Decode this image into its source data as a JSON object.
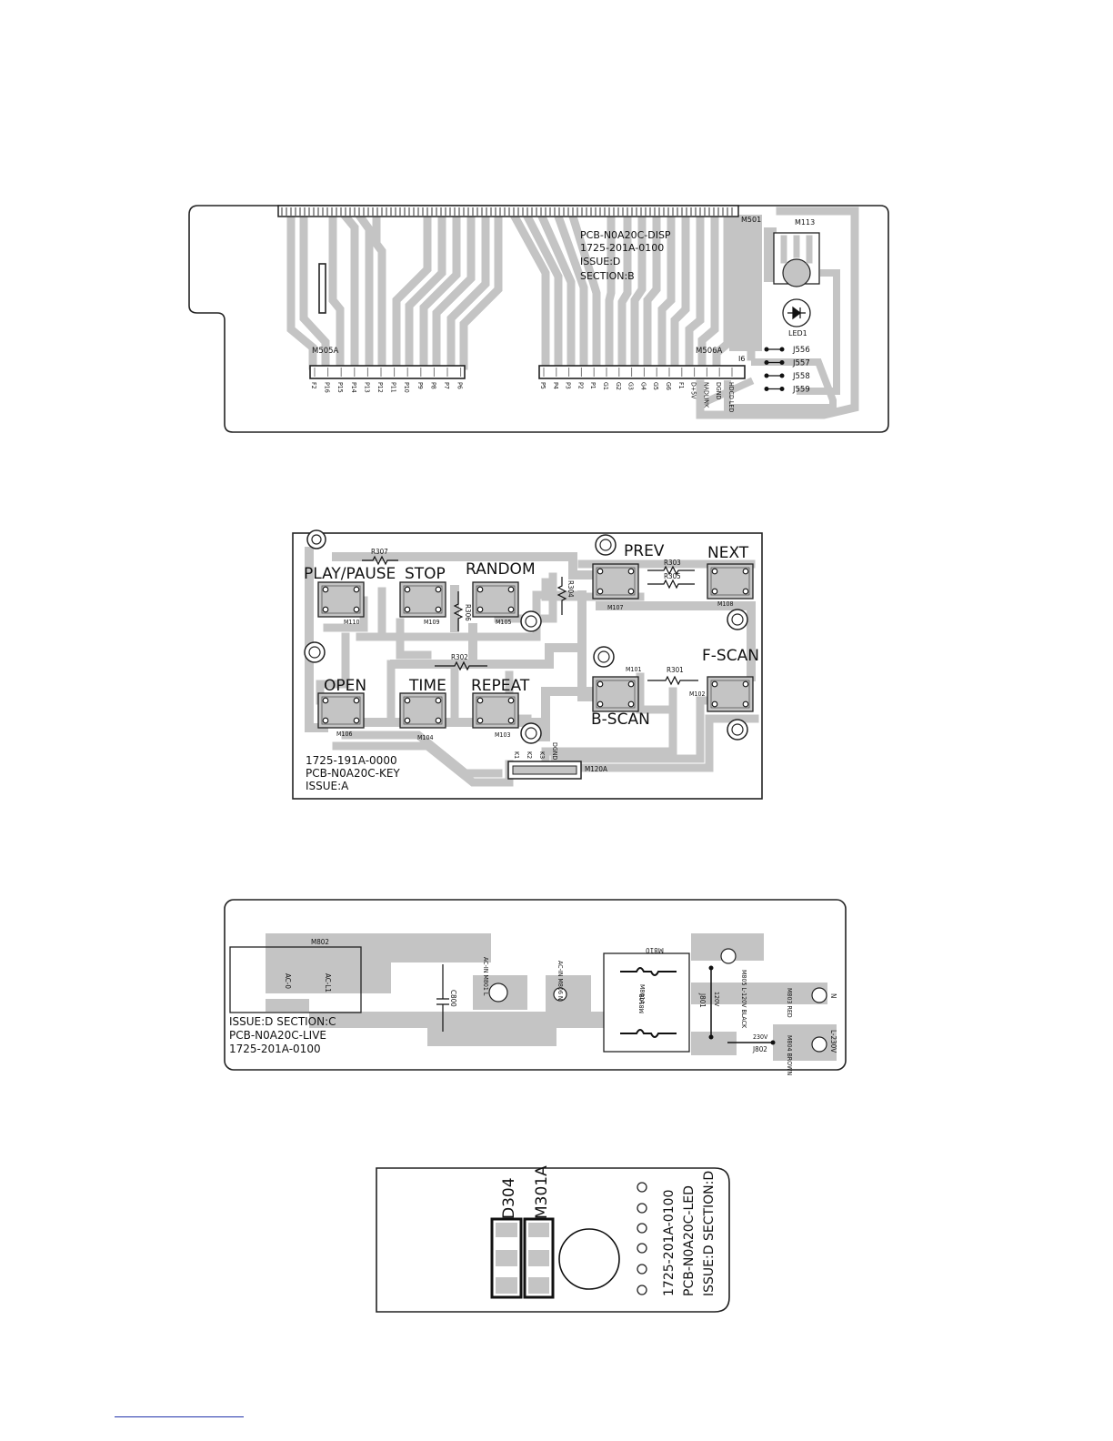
{
  "disp_board": {
    "board_label": "PCB-N0A20C-DISP",
    "part_number": "1725-201A-0100",
    "issue": "ISSUE:D",
    "section": "SECTION:B",
    "connector_top": "M501",
    "led_holder": "M113",
    "led": "LED1",
    "conn_left": "M505A",
    "conn_right": "M506A",
    "jumper_label": "I6",
    "jumpers": [
      "J556",
      "J557",
      "J558",
      "J559"
    ],
    "left_pins": [
      "F2",
      "P16",
      "P15",
      "P14",
      "P13",
      "P12",
      "P11",
      "P10",
      "P9",
      "P8",
      "P7",
      "P6"
    ],
    "right_pins": [
      "P5",
      "P4",
      "P3",
      "P2",
      "P1",
      "G1",
      "G2",
      "G3",
      "G4",
      "G5",
      "G6",
      "F1",
      "D+5V",
      "NADLINK",
      "DGND",
      "HDCD LED"
    ]
  },
  "key_board": {
    "part_number": "1725-191A-0000",
    "board_label": "PCB-N0A20C-KEY",
    "issue": "ISSUE:A",
    "connector": "M120A",
    "connector_pins": [
      "K1",
      "K2",
      "K3",
      "DGND"
    ],
    "resistors": [
      "R307",
      "R306",
      "R304",
      "R303",
      "R305",
      "R302",
      "R301"
    ],
    "buttons": [
      {
        "label": "PLAY/PAUSE",
        "id": "M110"
      },
      {
        "label": "STOP",
        "id": "M109"
      },
      {
        "label": "RANDOM",
        "id": "M105"
      },
      {
        "label": "PREV",
        "id": "M107"
      },
      {
        "label": "NEXT",
        "id": "M108"
      },
      {
        "label": "OPEN",
        "id": "M106"
      },
      {
        "label": "TIME",
        "id": "M104"
      },
      {
        "label": "REPEAT",
        "id": "M103"
      },
      {
        "label": "B-SCAN",
        "id": "M101"
      },
      {
        "label": "F-SCAN",
        "id": "M102"
      }
    ]
  },
  "live_board": {
    "issue": "ISSUE:D SECTION:C",
    "board_label": "PCB-N0A20C-LIVE",
    "part_number": "1725-201A-0100",
    "socket": "M802",
    "socket_left": "AC-0",
    "socket_right": "AC-L1",
    "capacitor": "C800",
    "ac_l": "AC-IN M801 L",
    "ac_n": "AC-IN M806 N",
    "fuse_holder": "M810",
    "fuse_a": "M801A",
    "fuse_b": "M810B",
    "jumper_120": "J801",
    "v120": "120V",
    "v230": "230V",
    "jumper_230": "J802",
    "black_wire": "M805 L-120V BLACK",
    "red_wire": "M803 RED",
    "brown_wire": "M804 BROWN",
    "n_label": "N",
    "l230_label": "L-230V"
  },
  "led_board": {
    "diode": "D304",
    "module": "M301A",
    "part_number": "1725-201A-0100",
    "board_label": "PCB-N0A20C-LED",
    "issue": "ISSUE:D SECTION:D"
  }
}
